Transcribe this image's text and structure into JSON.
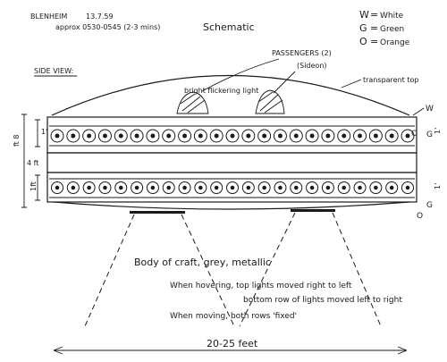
{
  "header": {
    "location": "BLENHEIM",
    "date": "13.7.59",
    "time": "approx 0530-0545 (2-3 mins)",
    "title": "Schematic"
  },
  "legend": [
    {
      "code": "W",
      "meaning": "White"
    },
    {
      "code": "G",
      "meaning": "Green"
    },
    {
      "code": "O",
      "meaning": "Orange"
    }
  ],
  "labels": {
    "side_view": "SIDE VIEW:",
    "passengers": "PASSENGERS (2)",
    "passengers_note": "(Sideon)",
    "transparent_top": "transparent top",
    "bright_flickering": "bright flickering light",
    "body": "Body of craft, grey, metallic",
    "note_hover_1": "When hovering, top lights moved right to left",
    "note_hover_2": "bottom row of lights moved left to right",
    "note_moving": "When moving, both rows 'fixed'",
    "width": "20-25 feet"
  },
  "dimensions": {
    "row_top": "1'",
    "total": "ft 8",
    "middle": "4 ft",
    "row_bottom": "1ft",
    "right_top": "1'",
    "right_bottom": "1'"
  },
  "right_markers": {
    "top_w": "W",
    "top_o": "O",
    "top_g": "G",
    "bottom_g": "G",
    "bottom_o": "O"
  },
  "light_rows": {
    "top_count": 23,
    "bottom_count": 23,
    "top_direction": "right to left",
    "bottom_direction": "left to right"
  }
}
